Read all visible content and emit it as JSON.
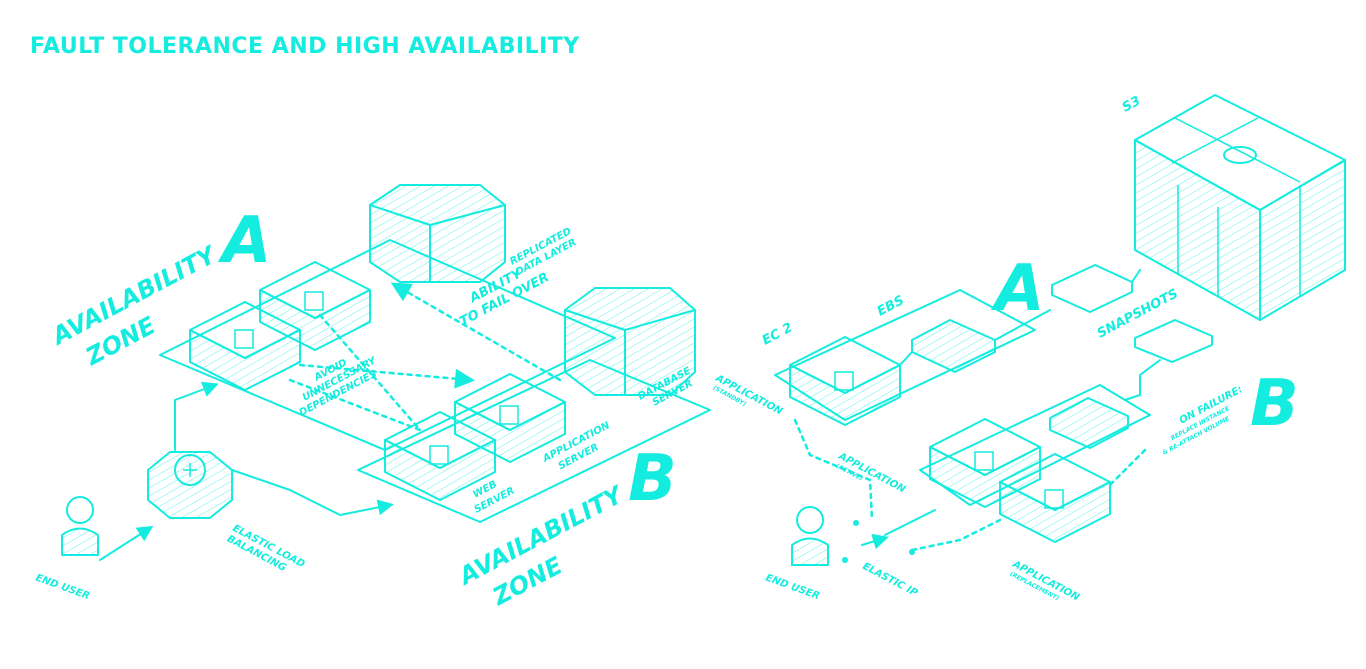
{
  "title": "FAULT TOLERANCE AND HIGH AVAILABILITY",
  "colors": {
    "accent": "#13ecde",
    "background": "#ffffff"
  },
  "left": {
    "zone_a_letter": "A",
    "zone_b_letter": "B",
    "availability_zone_a": [
      "AVAILABILITY",
      "ZONE"
    ],
    "availability_zone_b": [
      "AVAILABILITY",
      "ZONE"
    ],
    "replicated_data_layer": [
      "REPLICATED",
      "DATA LAYER"
    ],
    "ability_to_fail_over": [
      "ABILITY",
      "TO FAIL OVER"
    ],
    "avoid_dependencies": [
      "AVOID",
      "UNNECESSARY",
      "DEPENDENCIES"
    ],
    "database_server": [
      "DATABASE",
      "SERVER"
    ],
    "application_server": [
      "APPLICATION",
      "SERVER"
    ],
    "web_server": [
      "WEB",
      "SERVER"
    ],
    "elastic_load_balancing": [
      "ELASTIC LOAD",
      "BALANCING"
    ],
    "end_user": "END USER"
  },
  "right": {
    "zone_a_letter": "A",
    "zone_b_letter": "B",
    "s3": "S3",
    "ebs": "EBS",
    "ec2": "EC 2",
    "snapshots": "SNAPSHOTS",
    "application_standby": [
      "APPLICATION",
      "(STANDBY)"
    ],
    "application_active": [
      "APPLICATION",
      "(ACTIVE)"
    ],
    "application_replacement": [
      "APPLICATION",
      "(REPLACEMENT)"
    ],
    "on_failure": [
      "ON FAILURE:",
      "REPLACE INSTANCE",
      "& RE-ATTACH VOLUME"
    ],
    "elastic_ip": "ELASTIC IP",
    "end_user": "END USER"
  }
}
